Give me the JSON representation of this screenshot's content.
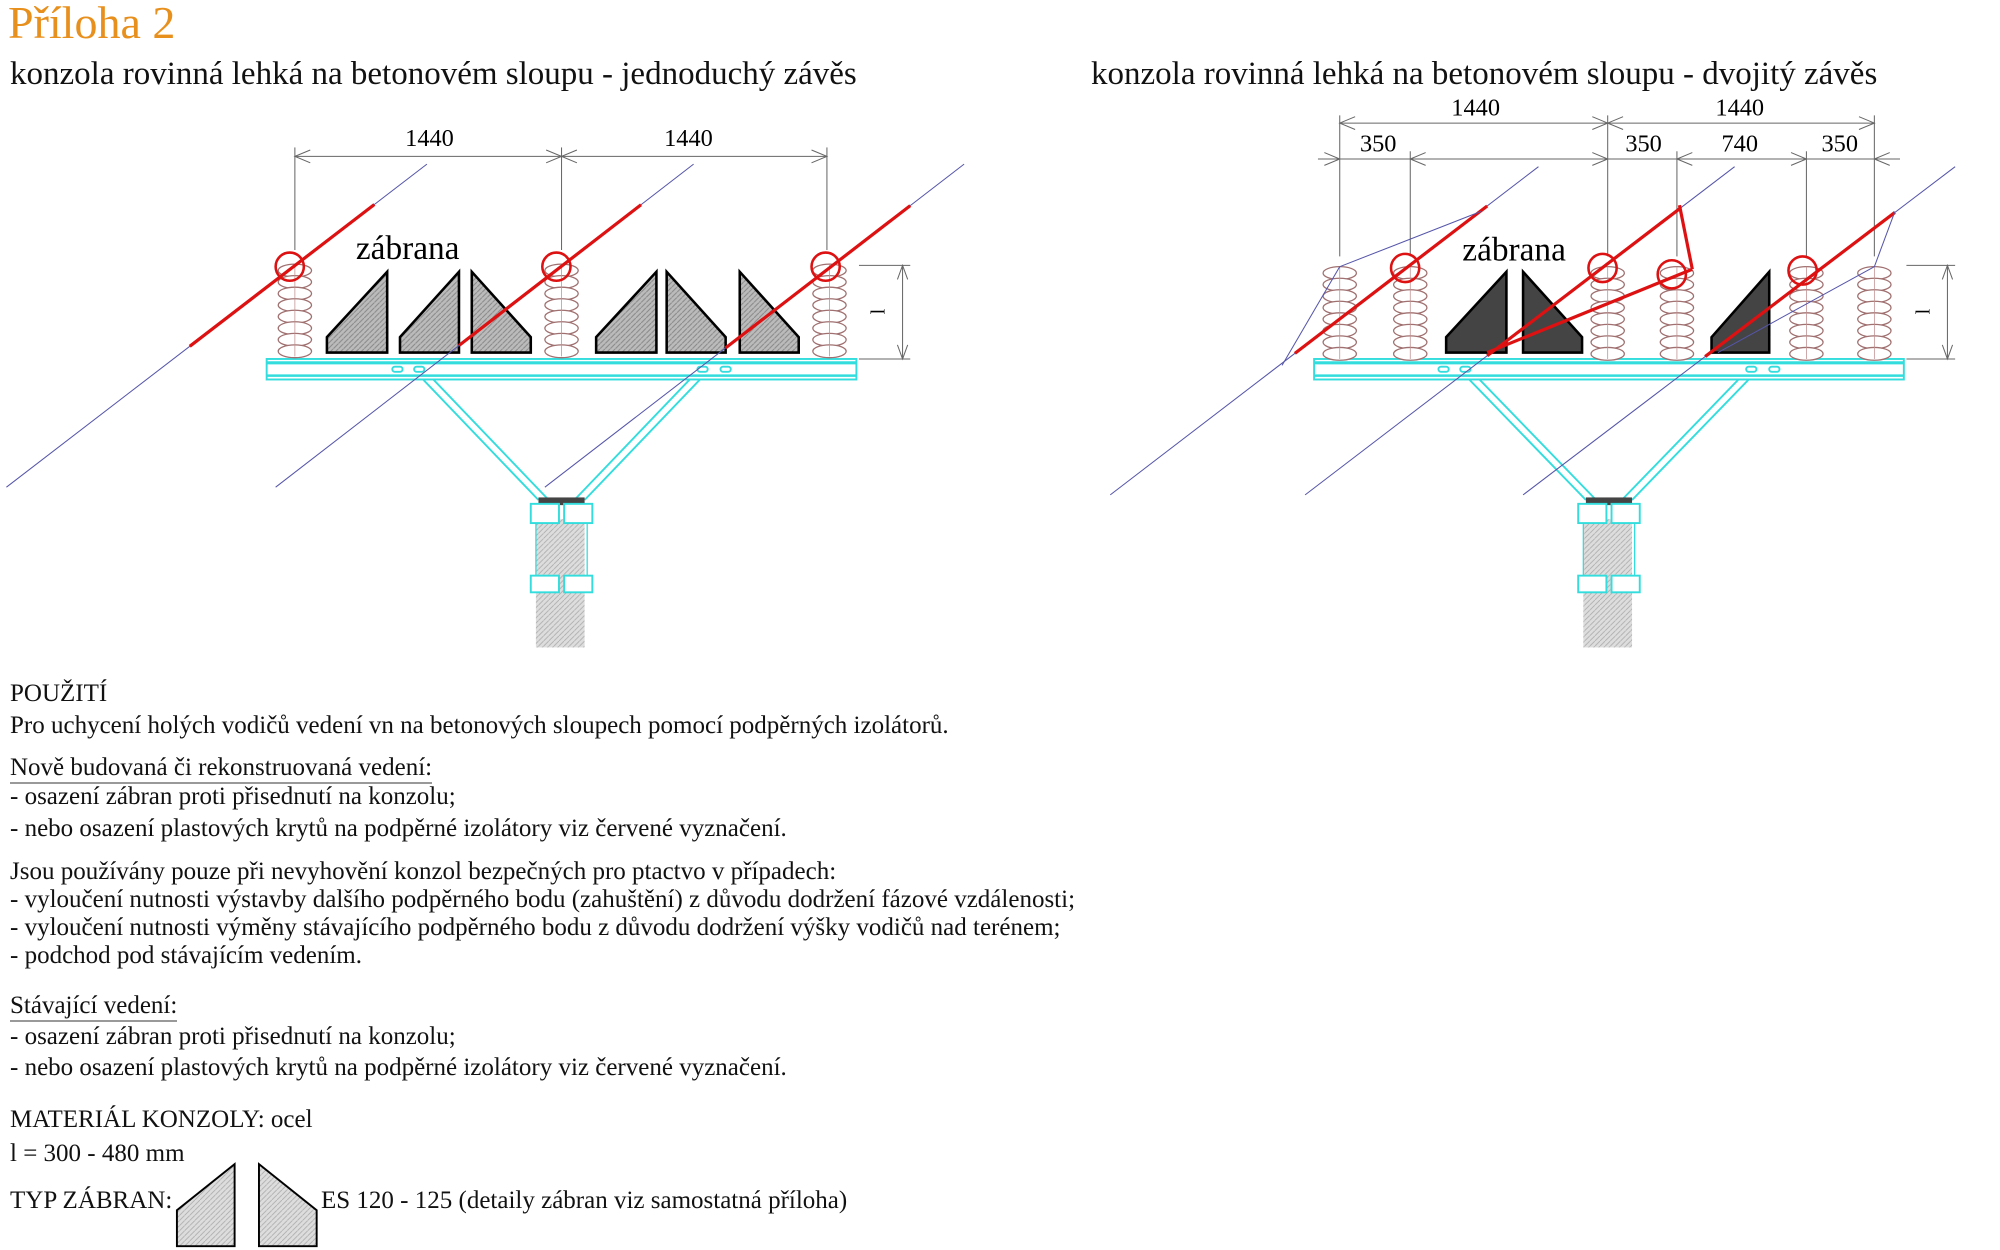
{
  "header": {
    "title": "Příloha 2",
    "left_subtitle": "konzola rovinná lehká na betonovém sloupu - jednoduchý závěs",
    "right_subtitle": "konzola rovinná lehká na betonovém sloupu - dvojitý závěs"
  },
  "left_diagram": {
    "dims": [
      "1440",
      "1440"
    ],
    "barrier_label": "zábrana",
    "height_label": "l"
  },
  "right_diagram": {
    "dims_top": [
      "1440",
      "1440"
    ],
    "dims_bottom": [
      "350",
      "350",
      "740",
      "350"
    ],
    "barrier_label": "zábrana",
    "height_label": "l"
  },
  "text": {
    "usage_heading": "POUŽITÍ",
    "usage_body": "Pro uchycení holých vodičů vedení vn na betonových sloupech pomocí podpěrných izolátorů.",
    "new_heading": "Nově budovaná či rekonstruovaná vedení:",
    "new_items": [
      "- osazení zábran proti přisednutí na konzolu;",
      "- nebo osazení plastových krytů na podpěrné izolátory viz červené vyznačení."
    ],
    "used_heading": "Jsou používány pouze při nevyhovění konzol bezpečných pro ptactvo v případech:",
    "used_items": [
      "- vyloučení nutnosti výstavby dalšího podpěrného bodu (zahuštění) z důvodu dodržení fázové vzdálenosti;",
      "- vyloučení nutnosti výměny stávajícího podpěrného bodu z důvodu dodržení výšky vodičů nad terénem;",
      "- podchod pod stávajícím vedením."
    ],
    "existing_heading": "Stávající vedení:",
    "existing_items": [
      "- osazení zábran proti přisednutí na konzolu;",
      "- nebo osazení plastových krytů na podpěrné izolátory viz červené vyznačení."
    ],
    "material": "MATERIÁL KONZOLY: ocel",
    "length": "l = 300 - 480 mm",
    "barrier_type_label": "TYP ZÁBRAN:",
    "barrier_type_value": "ES 120 - 125 (detaily zábran viz samostatná příloha)"
  },
  "colors": {
    "accent": "#e8901e",
    "console": "#33dddd",
    "wire": "#5555aa",
    "cover": "#dd1111"
  }
}
